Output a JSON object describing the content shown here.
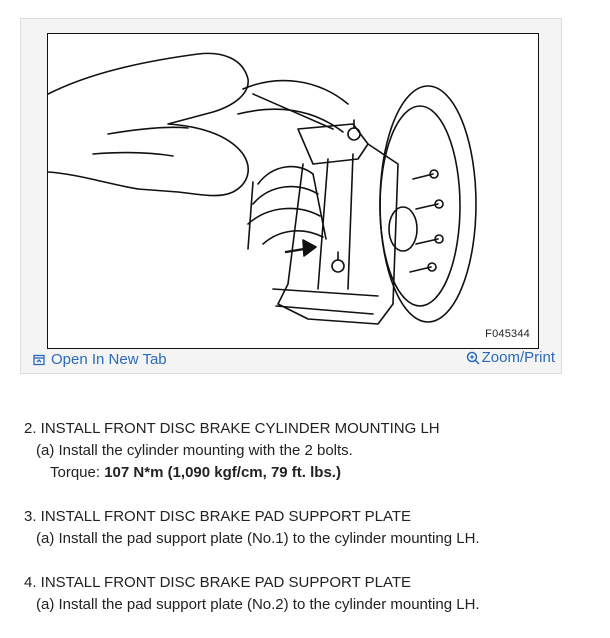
{
  "figure": {
    "code": "F045344"
  },
  "toolbar": {
    "open_tab_label": "Open In New Tab",
    "zoom_print_label": "Zoom/Print"
  },
  "icons": {
    "open_tab": "open-new-tab-icon",
    "zoom": "magnifier-icon"
  },
  "colors": {
    "link": "#2a6ab8",
    "card_background": "#f4f4f4"
  },
  "steps": [
    {
      "title": "2. INSTALL FRONT DISC BRAKE CYLINDER MOUNTING LH",
      "sub": "(a) Install the cylinder mounting with the 2 bolts.",
      "torque_label": "Torque: ",
      "torque_value": "107 N*m (1,090 kgf/cm, 79 ft. lbs.)"
    },
    {
      "title": "3. INSTALL FRONT DISC BRAKE PAD SUPPORT PLATE",
      "sub": "(a) Install the pad support plate (No.1) to the cylinder mounting LH."
    },
    {
      "title": "4. INSTALL FRONT DISC BRAKE PAD SUPPORT PLATE",
      "sub": "(a) Install the pad support plate (No.2) to the cylinder mounting LH."
    }
  ]
}
